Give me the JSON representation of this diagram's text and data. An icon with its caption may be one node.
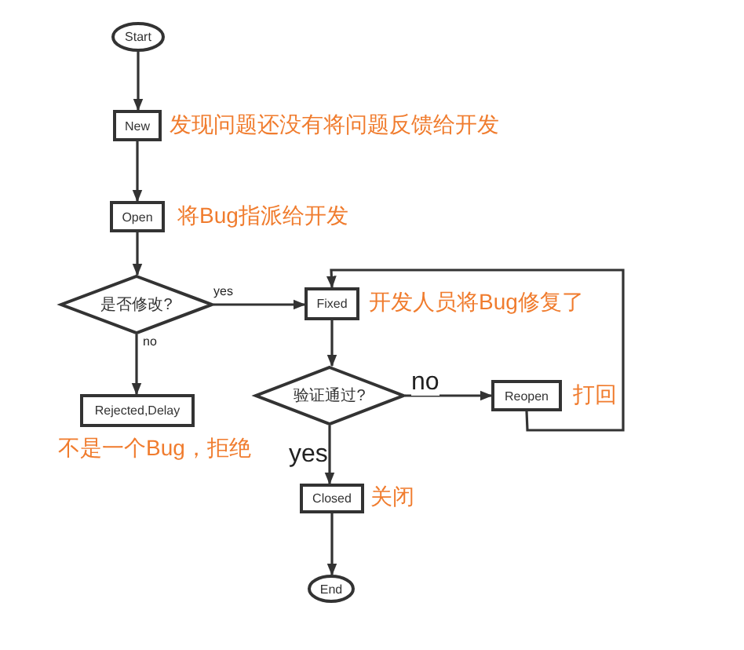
{
  "diagram": {
    "nodes": [
      {
        "text": [
          "Start"
        ]
      },
      {
        "text": [
          "New"
        ],
        "beside": [
          "发现问题还没有将问题反馈给开发"
        ]
      },
      {
        "text": [
          "Open"
        ],
        "beside": [
          "将Bug指派给开发"
        ]
      },
      {
        "text": [
          "是否修改?"
        ]
      },
      {
        "text": [
          "Fixed"
        ],
        "beside": [
          "开发人员将Bug修复了"
        ]
      },
      {
        "text": [
          "验证通过?"
        ]
      },
      {
        "text": [
          "Reopen"
        ],
        "beside": [
          "打回"
        ]
      },
      {
        "text": [
          "Rejected,Delay"
        ],
        "beside": [
          "不是一个Bug，拒绝"
        ]
      },
      {
        "text": [
          "Closed"
        ],
        "beside": [
          "关闭"
        ]
      },
      {
        "text": [
          "End"
        ]
      }
    ],
    "edges": [
      {
        "from": 0,
        "to": 1,
        "arrow": "to"
      },
      {
        "from": 1,
        "to": 2,
        "arrow": "to"
      },
      {
        "from": 2,
        "to": 3,
        "arrow": "to"
      },
      {
        "from": 3,
        "to": 4,
        "arrow": "to",
        "label": "yes"
      },
      {
        "from": 3,
        "to": 7,
        "arrow": "to",
        "label": "no"
      },
      {
        "from": 4,
        "to": 5,
        "arrow": "to"
      },
      {
        "from": 5,
        "to": 6,
        "arrow": "to",
        "label": "no"
      },
      {
        "from": 6,
        "to": 4,
        "arrow": "to"
      },
      {
        "from": 5,
        "to": 8,
        "arrow": "to",
        "label": "yes"
      },
      {
        "from": 8,
        "to": 9,
        "arrow": "to"
      }
    ]
  }
}
